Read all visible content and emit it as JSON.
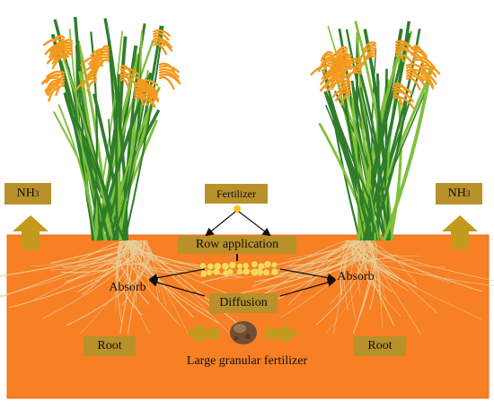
{
  "colors": {
    "soil": "#f77f24",
    "soil_edge": "#e86d18",
    "label_box": "#b8912a",
    "arrow_fill": "#c29a1c",
    "panicle": "#f39a1e",
    "leaf_dark": "#2f7d2a",
    "leaf_light": "#7fbf3a",
    "root": "#e6cf9a",
    "granule": "#f2dd5a",
    "big_granule": "#7a5a3c"
  },
  "labels": {
    "nh3_left": "NH",
    "nh3_left_sub": "3",
    "nh3_right": "NH",
    "nh3_right_sub": "3",
    "fertilizer": "Fertilizer",
    "row_application": "Row application",
    "absorb_left": "Absorb",
    "absorb_right": "Absorb",
    "diffusion": "Diffusion",
    "root_left": "Root",
    "root_right": "Root",
    "large_granular": "Large granular fertilizer"
  },
  "icons": {
    "plants": "rice-plant-icon",
    "granules": "fertilizer-granule-icon",
    "large_granule": "large-fertilizer-granule-icon"
  }
}
